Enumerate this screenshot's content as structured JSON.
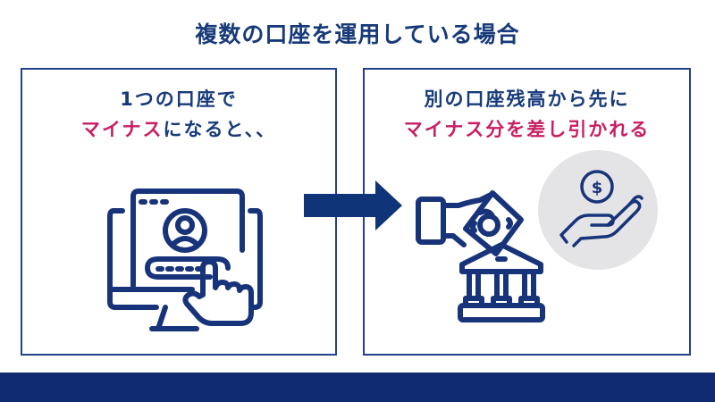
{
  "title": "複数の口座を運用している場合",
  "left_panel": {
    "line1": "1つの口座で",
    "line2_highlight": "マイナス",
    "line2_rest": "になると、、",
    "icon": "computer-login-touch-icon"
  },
  "arrow": {
    "icon": "right-arrow-icon"
  },
  "right_panel": {
    "line1": "別の口座残高から先に",
    "line2": "マイナス分を差し引かれる",
    "icons": [
      "hand-money-bank-icon",
      "hand-dollar-coin-icon"
    ],
    "coin_symbol": "$"
  },
  "colors": {
    "navy": "#173a7a",
    "border": "#24428a",
    "pink": "#c81e63",
    "icon_stroke": "#17337a",
    "circle_bg": "#e4e4e6",
    "footer": "#112b73"
  }
}
